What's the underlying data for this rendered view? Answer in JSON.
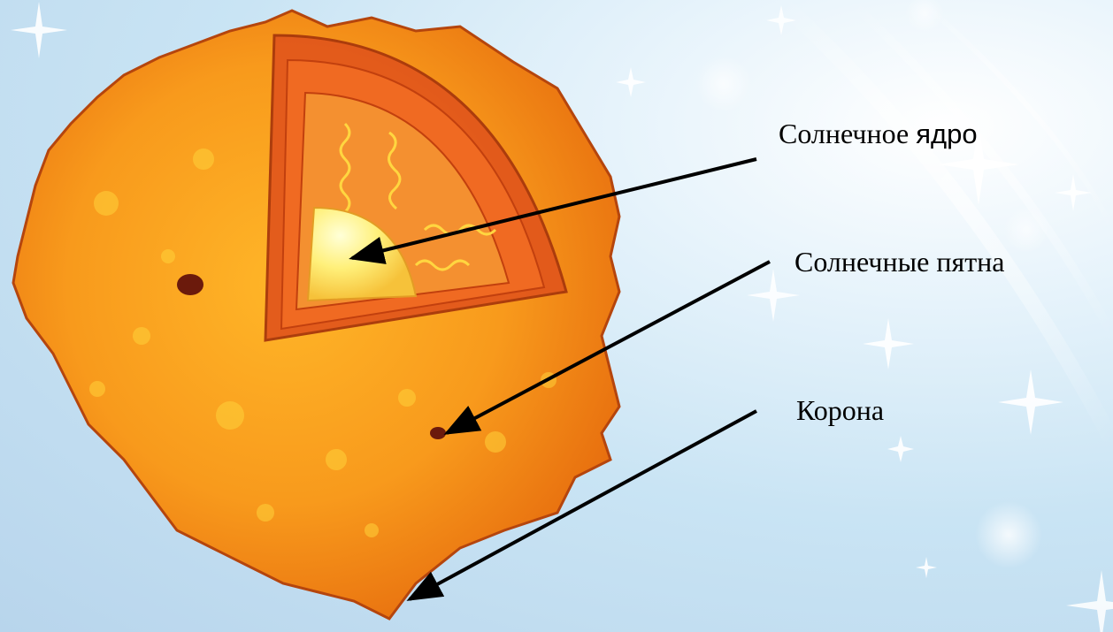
{
  "labels": {
    "core_part1": "Солнечное",
    "core_part2": "ядро",
    "sunspots": "Солнечные пятна",
    "corona": "Корона"
  },
  "colors": {
    "sun_outer": "#f07a12",
    "sun_inner": "#ffb628",
    "cutaway": "#e2581c",
    "core": "#fff6a0",
    "sunspot": "#6b1a0c",
    "arrow": "#000000",
    "background": "#c9e4f4"
  },
  "icons": {
    "sun": "sun-cutaway-illustration",
    "sparkles": "sparkle-icon"
  }
}
